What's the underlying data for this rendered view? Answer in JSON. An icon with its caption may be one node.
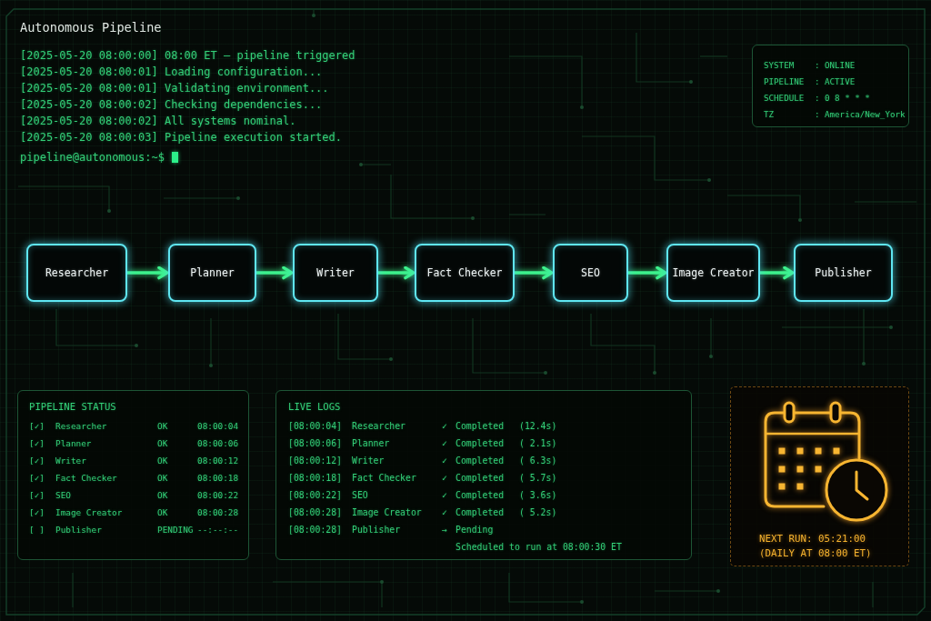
{
  "diagram": {
    "title": "Autonomous Pipeline",
    "nodes": [
      {
        "text": [
          "SYSTEM",
          ":",
          "ONLINE",
          "PIPELINE",
          ":",
          "ACTIVE",
          "SCHEDULE",
          ":",
          "0 8 * * *",
          "TZ",
          ":",
          "America/New_York"
        ]
      },
      {
        "text": [
          "Researcher"
        ]
      },
      {
        "text": [
          "Planner"
        ]
      },
      {
        "text": [
          "Writer"
        ]
      },
      {
        "text": [
          "Fact Checker"
        ]
      },
      {
        "text": [
          "SEO"
        ]
      },
      {
        "text": [
          "Image Creator"
        ]
      },
      {
        "text": [
          "Publisher"
        ]
      },
      {
        "text": [
          "PIPELINE STATUS",
          "[✓]",
          "Researcher",
          "OK",
          "08:00:04",
          "[✓]",
          "Planner",
          "OK",
          "08:00:06",
          "[✓]",
          "Writer",
          "OK",
          "08:00:12",
          "[✓]",
          "Fact Checker",
          "OK",
          "08:00:18",
          "[✓]",
          "SEO",
          "OK",
          "08:00:22",
          "[✓]",
          "Image Creator",
          "OK",
          "08:00:28",
          "[ ]",
          "Publisher",
          "PENDING",
          "--:--:--"
        ]
      },
      {
        "text": [
          "LIVE LOGS",
          "[08:00:04]",
          "Researcher",
          "✓",
          "Completed",
          "(12.4s)",
          "[08:00:06]",
          "Planner",
          "✓",
          "Completed",
          "( 2.1s)",
          "[08:00:12]",
          "Writer",
          "✓",
          "Completed",
          "( 6.3s)",
          "[08:00:18]",
          "Fact Checker",
          "✓",
          "Completed",
          "( 5.7s)",
          "[08:00:22]",
          "SEO",
          "✓",
          "Completed",
          "( 3.6s)",
          "[08:00:28]",
          "Image Creator",
          "✓",
          "Completed",
          "( 5.2s)",
          "[08:00:28]",
          "Publisher",
          "→",
          "Pending",
          "Scheduled to run at 08:00:30 ET"
        ]
      },
      {
        "text": [
          "NEXT RUN: 05:21:00",
          "(DAILY AT 08:00 ET)"
        ]
      }
    ],
    "edges": [
      {
        "from": 1,
        "to": 2,
        "arrow": "to"
      },
      {
        "from": 2,
        "to": 3,
        "arrow": "to"
      },
      {
        "from": 3,
        "to": 4,
        "arrow": "to"
      },
      {
        "from": 4,
        "to": 5,
        "arrow": "to"
      },
      {
        "from": 5,
        "to": 6,
        "arrow": "to"
      },
      {
        "from": 6,
        "to": 7,
        "arrow": "to"
      }
    ],
    "labels": [
      "[2025-05-20 08:00:00] 08:00 ET — pipeline triggered",
      "[2025-05-20 08:00:01] Loading configuration...",
      "[2025-05-20 08:00:01] Validating environment...",
      "[2025-05-20 08:00:02] Checking dependencies...",
      "[2025-05-20 08:00:02] All systems nominal.",
      "[2025-05-20 08:00:03] Pipeline execution started.",
      "pipeline@autonomous:~$"
    ]
  }
}
